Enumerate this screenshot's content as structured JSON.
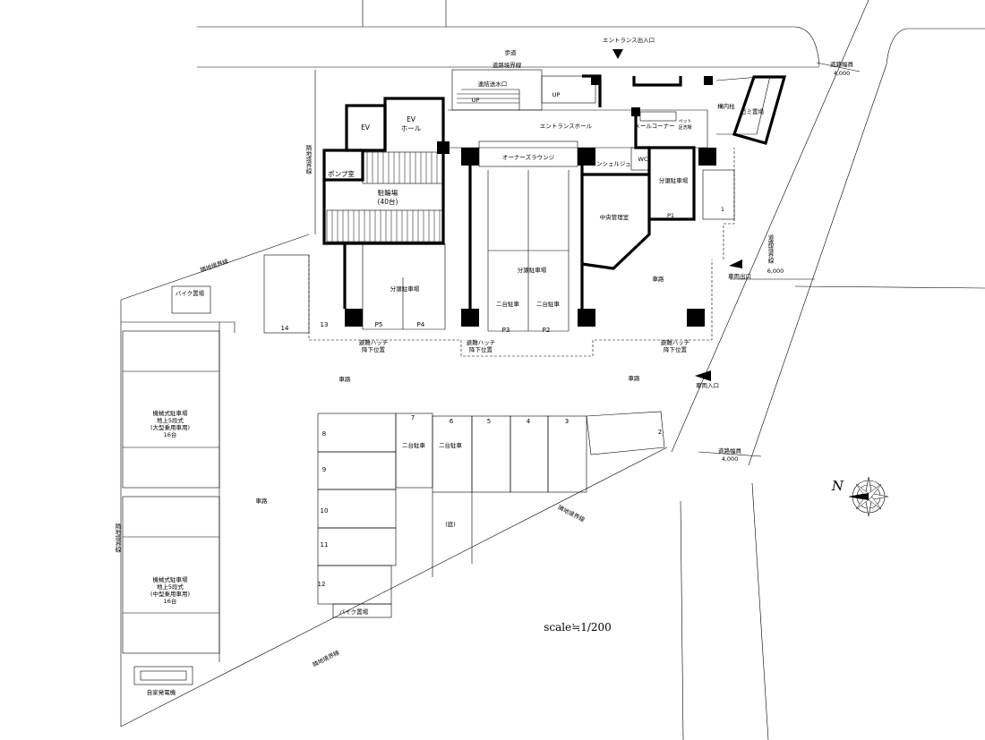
{
  "labels": {
    "entrance": "エントランス出入口",
    "sidewalk": "歩道",
    "road_boundary_top": "道路境界線",
    "standpipe": "連結送水口",
    "up1": "UP",
    "up2": "UP",
    "ev": "EV",
    "ev_hall_1": "EV",
    "ev_hall_2": "ホール",
    "entrance_hall": "エントランスホール",
    "mail_corner": "メールコーナー",
    "pet_wash_1": "ペット",
    "pet_wash_2": "足洗場",
    "premises_pillar": "構内柱",
    "garbage": "ゴミ置場",
    "road_width_top_1": "道路幅員",
    "road_width_top_2": "4,000",
    "neighbor_boundary_v1": "隣地境界線",
    "pump_room": "ポンプ室",
    "bicycle_parking": "駐輪場",
    "bicycle_count": "(40台)",
    "owners_lounge": "オーナーズラウンジ",
    "concierge": "コンシェルジュ",
    "wc": "WC",
    "unit_parking_p1": "分譲駐車場",
    "p1": "P1",
    "stall_1": "1",
    "central_control": "中央管理室",
    "road_boundary_right": "道路境界線",
    "road_width_right": "6,000",
    "vehicle_exit": "車両出口",
    "neighbor_boundary_diag1": "隣地境界線",
    "bike_parking_1": "バイク置場",
    "unit_parking_left": "分譲駐車場",
    "unit_parking_center": "分譲駐車場",
    "two_car_1": "二台駐車",
    "two_car_2": "二台駐車",
    "driveway_1": "車路",
    "stall_14": "14",
    "stall_13": "13",
    "p5": "P5",
    "p4": "P4",
    "p3": "P3",
    "p2": "P2",
    "hatch_1a": "避難ハッチ",
    "hatch_1b": "降下位置",
    "hatch_2a": "避難ハッチ",
    "hatch_2b": "降下位置",
    "hatch_3a": "避難ハッチ",
    "hatch_3b": "降下位置",
    "driveway_2": "車路",
    "driveway_3": "車路",
    "vehicle_entrance": "車両入口",
    "mech1_l1": "機械式駐車場",
    "mech1_l2": "地上5段式",
    "mech1_l3": "(大型乗用車用)",
    "mech1_l4": "16台",
    "stall_7": "7",
    "stall_6": "6",
    "stall_5": "5",
    "stall_4": "4",
    "stall_3": "3",
    "stall_2": "2",
    "stall_8": "8",
    "two_car_3": "二台駐車",
    "two_car_4": "二台駐車",
    "road_width_bottom_1": "道路幅員",
    "road_width_bottom_2": "4,000",
    "stall_9": "9",
    "driveway_4": "車路",
    "stall_10": "10",
    "neighbor_boundary_diag2": "隣地境界線",
    "garden": "(庭)",
    "neighbor_boundary_v2": "隣地境界線",
    "stall_11": "11",
    "mech2_l1": "機械式駐車場",
    "mech2_l2": "地上5段式",
    "mech2_l3": "(中型乗用車用)",
    "mech2_l4": "16台",
    "stall_12": "12",
    "bike_parking_2": "バイク置場",
    "scale": "scale≒1/200",
    "neighbor_boundary_diag3": "隣地境界線",
    "generator": "自家発電機",
    "north": "N"
  },
  "icons": {
    "compass": "north-compass-icon",
    "entrance_arrow": "arrow-down-icon",
    "exit_arrow": "arrow-left-icon",
    "entry_arrow": "arrow-left-icon"
  }
}
